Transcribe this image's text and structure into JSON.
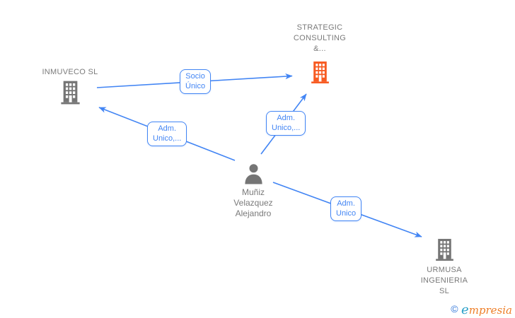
{
  "nodes": {
    "inmuveco": {
      "name": "INMUVECO SL"
    },
    "strategic": {
      "line1": "STRATEGIC",
      "line2": "CONSULTING",
      "line3": "&..."
    },
    "person": {
      "line1": "Muñiz",
      "line2": "Velazquez",
      "line3": "Alejandro"
    },
    "urmusa": {
      "line1": "URMUSA",
      "line2": "INGENIERIA",
      "line3": "SL"
    }
  },
  "edge_labels": {
    "socio": {
      "line1": "Socio",
      "line2": "Único"
    },
    "adm_left": {
      "line1": "Adm.",
      "line2": "Unico,..."
    },
    "adm_mid": {
      "line1": "Adm.",
      "line2": "Unico,..."
    },
    "adm_right": {
      "line1": "Adm.",
      "line2": "Unico"
    }
  },
  "footer": {
    "copyright": "©",
    "brand_first": "e",
    "brand_rest": "mpresia"
  },
  "colors": {
    "edge": "#4285f4",
    "node_gray": "#757575",
    "node_orange": "#f75b22",
    "text_gray": "#7a7a7a",
    "brand_teal": "#2aa0c8",
    "brand_orange": "#ee7e27",
    "copyright_blue": "#2e74d8"
  }
}
